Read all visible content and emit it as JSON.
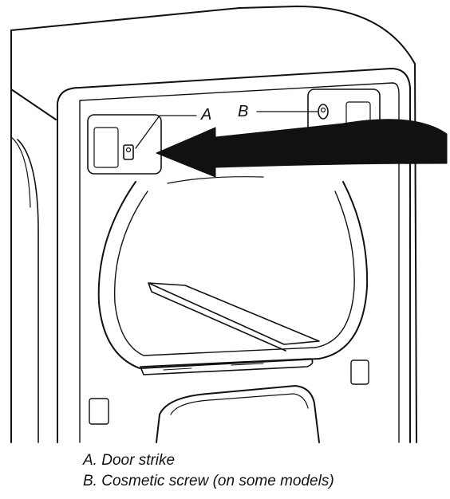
{
  "callouts": {
    "a": "A",
    "b": "B"
  },
  "captions": {
    "a": "A. Door strike",
    "b": "B. Cosmetic screw (on some models)"
  },
  "colors": {
    "line": "#111111",
    "background": "#ffffff"
  }
}
